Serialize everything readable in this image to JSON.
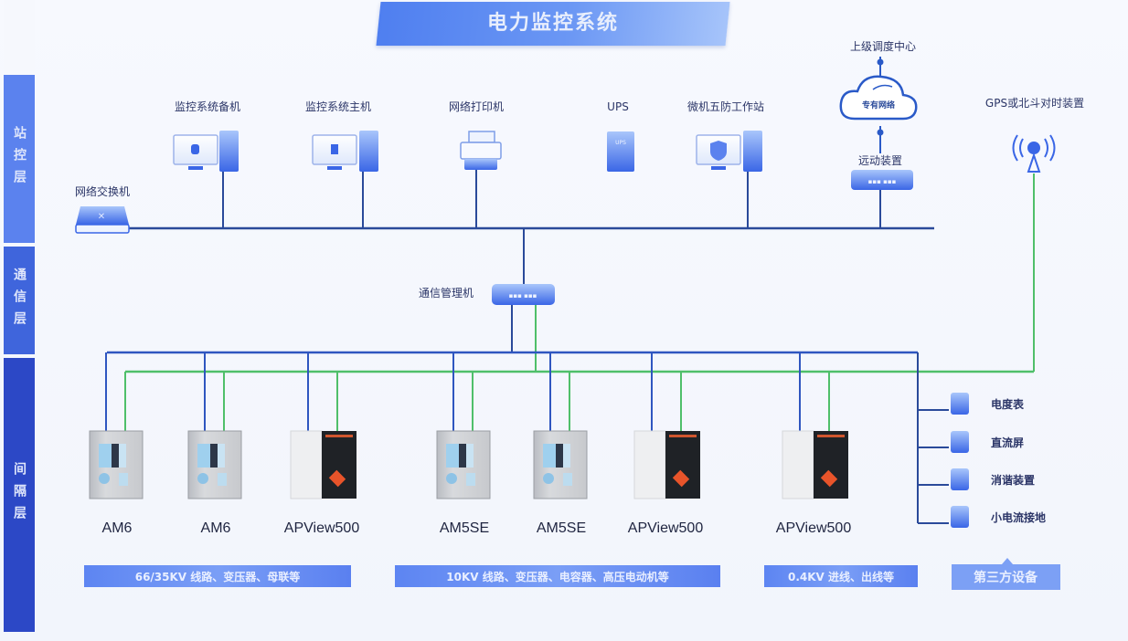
{
  "title": "电力监控系统",
  "layers": {
    "station": "站控层",
    "communication": "通信层",
    "bay": "间隔层"
  },
  "station_devices": [
    {
      "id": "backup-host",
      "label": "监控系统备机",
      "icon": "computer-icon"
    },
    {
      "id": "main-host",
      "label": "监控系统主机",
      "icon": "computer-icon"
    },
    {
      "id": "printer",
      "label": "网络打印机",
      "icon": "printer-icon"
    },
    {
      "id": "ups",
      "label": "UPS",
      "icon": "ups-icon",
      "icon_text": "UPS"
    },
    {
      "id": "five-prevention",
      "label": "微机五防工作站",
      "icon": "shield-computer-icon"
    }
  ],
  "network_switch": {
    "label": "网络交换机"
  },
  "dispatch": {
    "center_label": "上级调度中心",
    "cloud_label": "专有网络",
    "telecontrol_label": "远动装置"
  },
  "gps": {
    "label": "GPS或北斗对时装置"
  },
  "comm_manager": {
    "label": "通信管理机"
  },
  "bay_devices": [
    {
      "model": "AM6",
      "type": "protection-relay"
    },
    {
      "model": "AM6",
      "type": "protection-relay"
    },
    {
      "model": "APView500",
      "type": "power-quality-monitor"
    },
    {
      "model": "AM5SE",
      "type": "protection-relay"
    },
    {
      "model": "AM5SE",
      "type": "protection-relay"
    },
    {
      "model": "APView500",
      "type": "power-quality-monitor"
    },
    {
      "model": "APView500",
      "type": "power-quality-monitor"
    }
  ],
  "third_party": {
    "title": "第三方设备",
    "items": [
      {
        "label": "电度表",
        "icon": "meter-icon"
      },
      {
        "label": "直流屏",
        "icon": "dc-panel-icon"
      },
      {
        "label": "消谐装置",
        "icon": "harmonic-device-icon"
      },
      {
        "label": "小电流接地",
        "icon": "ground-device-icon"
      }
    ]
  },
  "voltage_groups": [
    {
      "label": "66/35KV 线路、变压器、母联等"
    },
    {
      "label": "10KV 线路、变压器、电容器、高压电动机等"
    },
    {
      "label": "0.4KV 进线、出线等"
    }
  ],
  "colors": {
    "ethernet_line": "#2a4a9a",
    "bus_blue": "#2f56c0",
    "gps_green": "#4fbf6a",
    "accent": "#4f7ff0"
  }
}
